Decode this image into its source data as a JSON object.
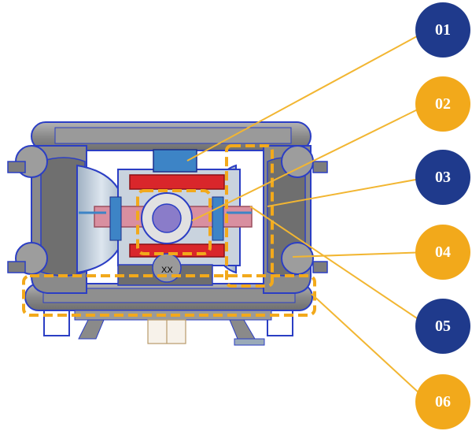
{
  "callouts": [
    {
      "label": "01",
      "color": "#1f3a8c"
    },
    {
      "label": "02",
      "color": "#f2a91b"
    },
    {
      "label": "03",
      "color": "#1f3a8c"
    },
    {
      "label": "04",
      "color": "#f2a91b"
    },
    {
      "label": "05",
      "color": "#1f3a8c"
    },
    {
      "label": "06",
      "color": "#f2a91b"
    }
  ],
  "colors": {
    "leader_line": "#f2b632",
    "highlight": "#f2a91b",
    "frame": "#2b3ec4",
    "body": "#8e8e8e",
    "diaphragm": "#b9c7d6",
    "heater": "#d9262b",
    "shaft": "#d98fa0",
    "accent_blue": "#3d84c6"
  },
  "graphic_text": "XX"
}
